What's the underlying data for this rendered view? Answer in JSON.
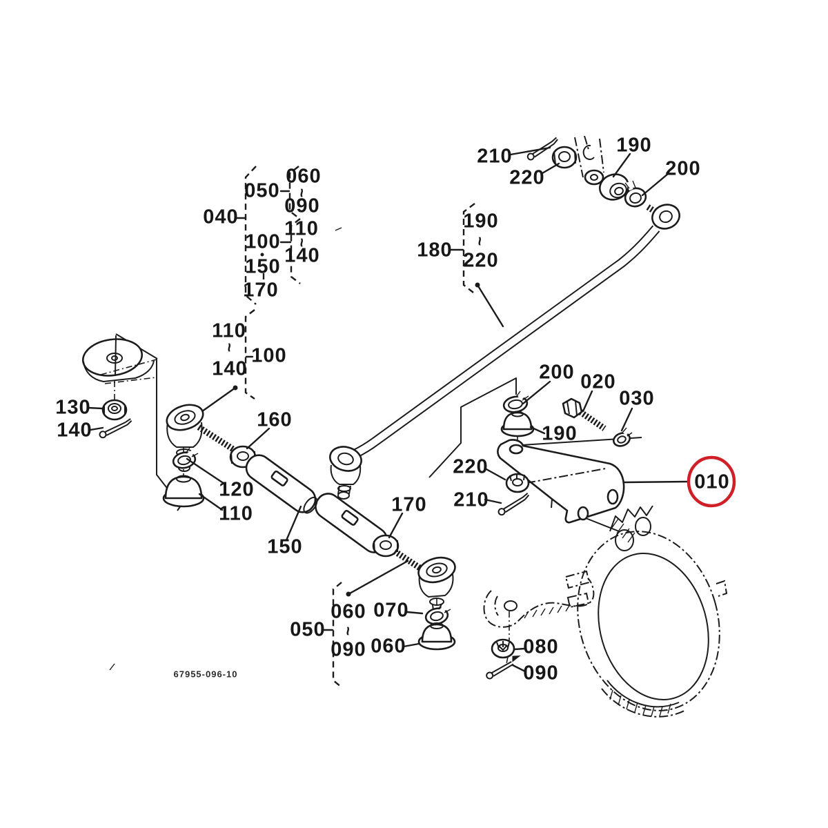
{
  "colors": {
    "ink": "#1b1b1b",
    "highlight_red": "#cf2027",
    "paper": "#ffffff"
  },
  "glyphs": {
    "range_tilde": "~"
  },
  "drawing_number": "67955-096-10",
  "highlighted_part": "010",
  "labels": {
    "top_210": "210",
    "top_220": "220",
    "top_190": "190",
    "top_200": "200",
    "grp040": "040",
    "grp040_050": "050",
    "grp040_060": "060",
    "grp040_090": "090",
    "grp040_100": "100",
    "grp040_110": "110",
    "grp040_140": "140",
    "grp040_150": "150",
    "grp040_170": "170",
    "grp180": "180",
    "grp180_190": "190",
    "grp180_220": "220",
    "left_130": "130",
    "left_140": "140",
    "left_110": "110",
    "left_140b": "140",
    "left_100": "100",
    "mid_160": "160",
    "mid_120": "120",
    "mid_110": "110",
    "mid_150": "150",
    "mid_170": "170",
    "right_200": "200",
    "right_020": "020",
    "right_030": "030",
    "right_190": "190",
    "right_220": "220",
    "right_210": "210",
    "right_010": "010",
    "bot_050": "050",
    "bot_060": "060",
    "bot_090": "090",
    "bot_070": "070",
    "bot_060b": "060",
    "bot_080": "080",
    "bot_090b": "090"
  }
}
